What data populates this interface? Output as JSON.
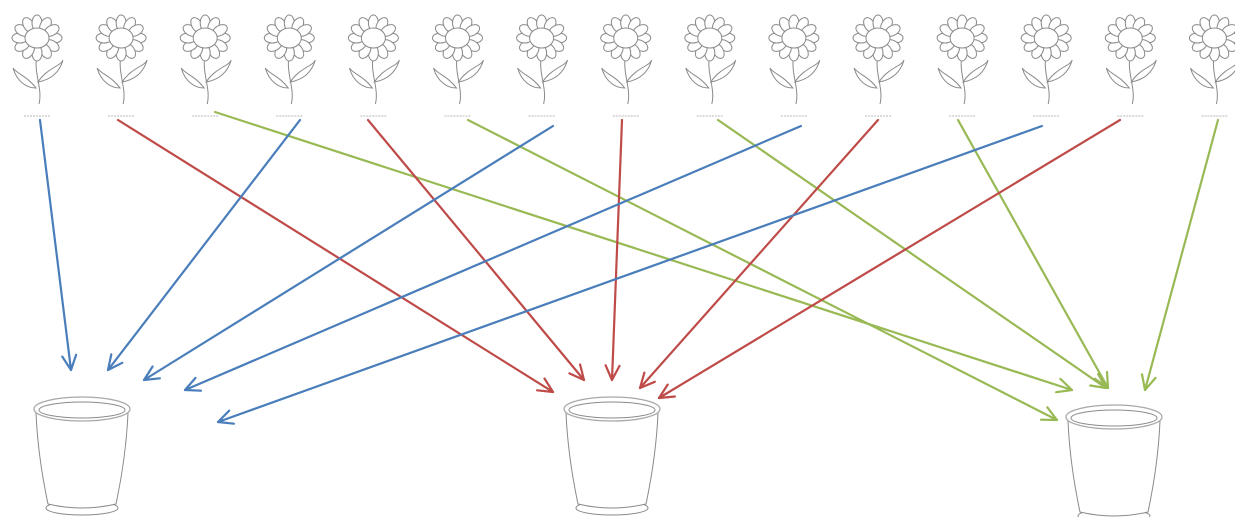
{
  "diagram": {
    "colors": {
      "blue": "#4a7ebb",
      "red": "#be4b48",
      "green": "#98b954",
      "outline": "#8a8a8a"
    },
    "flowers": [
      {
        "icon": "daisy-flower-icon",
        "color": "blue",
        "target_pot": 1
      },
      {
        "icon": "daisy-flower-icon",
        "color": "red",
        "target_pot": 2
      },
      {
        "icon": "daisy-flower-icon",
        "color": "green",
        "target_pot": 3
      },
      {
        "icon": "daisy-flower-icon",
        "color": "blue",
        "target_pot": 1
      },
      {
        "icon": "daisy-flower-icon",
        "color": "red",
        "target_pot": 2
      },
      {
        "icon": "daisy-flower-icon",
        "color": "green",
        "target_pot": 3
      },
      {
        "icon": "daisy-flower-icon",
        "color": "blue",
        "target_pot": 1
      },
      {
        "icon": "daisy-flower-icon",
        "color": "red",
        "target_pot": 2
      },
      {
        "icon": "daisy-flower-icon",
        "color": "green",
        "target_pot": 3
      },
      {
        "icon": "daisy-flower-icon",
        "color": "blue",
        "target_pot": 1
      },
      {
        "icon": "daisy-flower-icon",
        "color": "red",
        "target_pot": 2
      },
      {
        "icon": "daisy-flower-icon",
        "color": "green",
        "target_pot": 3
      },
      {
        "icon": "daisy-flower-icon",
        "color": "blue",
        "target_pot": 1
      },
      {
        "icon": "daisy-flower-icon",
        "color": "red",
        "target_pot": 2
      },
      {
        "icon": "daisy-flower-icon",
        "color": "green",
        "target_pot": 3
      }
    ],
    "pots": [
      {
        "icon": "flower-pot-icon",
        "id": 1
      },
      {
        "icon": "flower-pot-icon",
        "id": 2
      },
      {
        "icon": "flower-pot-icon",
        "id": 3
      }
    ]
  }
}
